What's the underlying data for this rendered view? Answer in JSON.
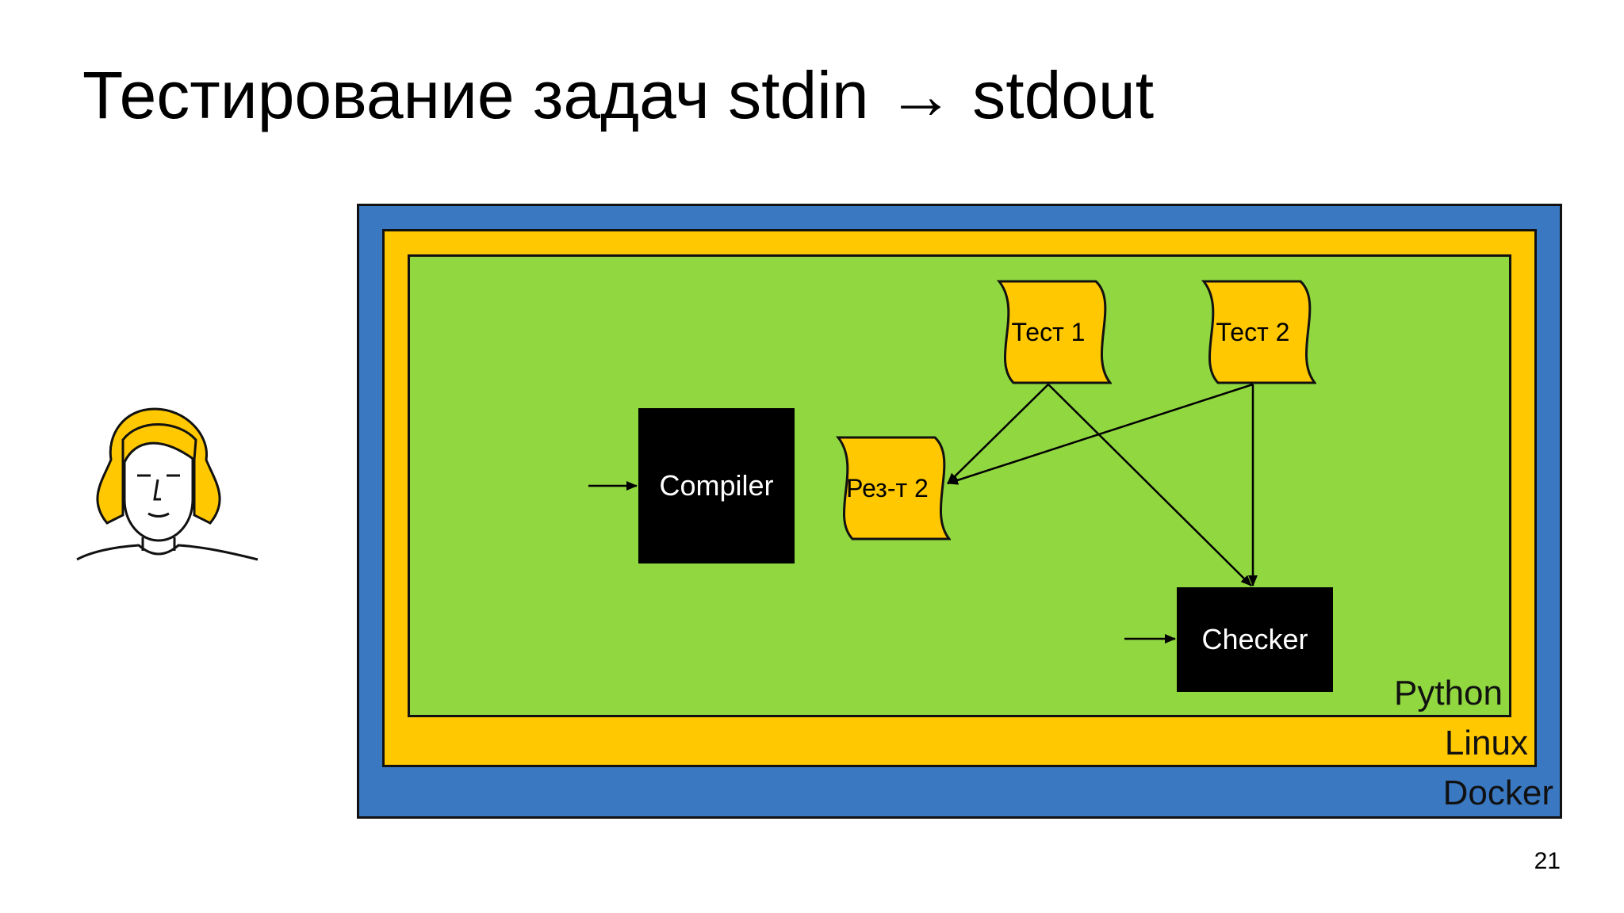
{
  "slide": {
    "title": "Тестирование задач stdin → stdout",
    "page_number": "21"
  },
  "layers": {
    "docker": "Docker",
    "linux": "Linux",
    "python": "Python"
  },
  "nodes": {
    "compiler": "Compiler",
    "checker": "Checker",
    "test1": "Тест 1",
    "test2": "Тест 2",
    "result2": "Рез-т 2"
  },
  "colors": {
    "docker": "#3a78c1",
    "linux": "#ffc800",
    "python": "#91d740",
    "document": "#ffc800",
    "process_box": "#000000"
  },
  "icons": {
    "avatar": "person-avatar-icon"
  }
}
